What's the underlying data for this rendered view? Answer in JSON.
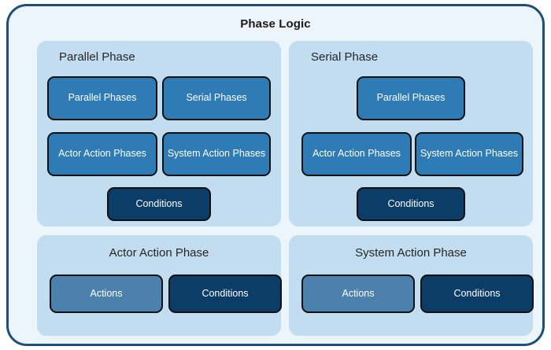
{
  "diagram": {
    "title": "Phase Logic",
    "type": "nested-block-diagram",
    "colors": {
      "outer_background": "#EDF5FC",
      "outer_border": "#1F4E79",
      "panel_background": "#C3DDF0",
      "node_medium_blue": "#2E7BB5",
      "node_dark_navy": "#0C3C68",
      "node_muted_blue": "#4B81AC",
      "node_border": "#111111",
      "node_text": "#FFFFFF",
      "title_text": "#1A1A1A"
    },
    "panels": [
      {
        "id": "parallel-phase",
        "title": "Parallel Phase",
        "title_align": "left",
        "nodes": [
          {
            "label": "Parallel Phases",
            "fill": "medium"
          },
          {
            "label": "Serial Phases",
            "fill": "medium"
          },
          {
            "label": "Actor Action Phases",
            "fill": "medium"
          },
          {
            "label": "System Action Phases",
            "fill": "medium"
          },
          {
            "label": "Conditions",
            "fill": "dark"
          }
        ]
      },
      {
        "id": "serial-phase",
        "title": "Serial Phase",
        "title_align": "left",
        "nodes": [
          {
            "label": "Parallel Phases",
            "fill": "medium"
          },
          {
            "label": "Actor Action Phases",
            "fill": "medium"
          },
          {
            "label": "System Action Phases",
            "fill": "medium"
          },
          {
            "label": "Conditions",
            "fill": "dark"
          }
        ]
      },
      {
        "id": "actor-action-phase",
        "title": "Actor Action Phase",
        "title_align": "center",
        "nodes": [
          {
            "label": "Actions",
            "fill": "muted"
          },
          {
            "label": "Conditions",
            "fill": "dark"
          }
        ]
      },
      {
        "id": "system-action-phase",
        "title": "System Action Phase",
        "title_align": "center",
        "nodes": [
          {
            "label": "Actions",
            "fill": "muted"
          },
          {
            "label": "Conditions",
            "fill": "dark"
          }
        ]
      }
    ]
  }
}
